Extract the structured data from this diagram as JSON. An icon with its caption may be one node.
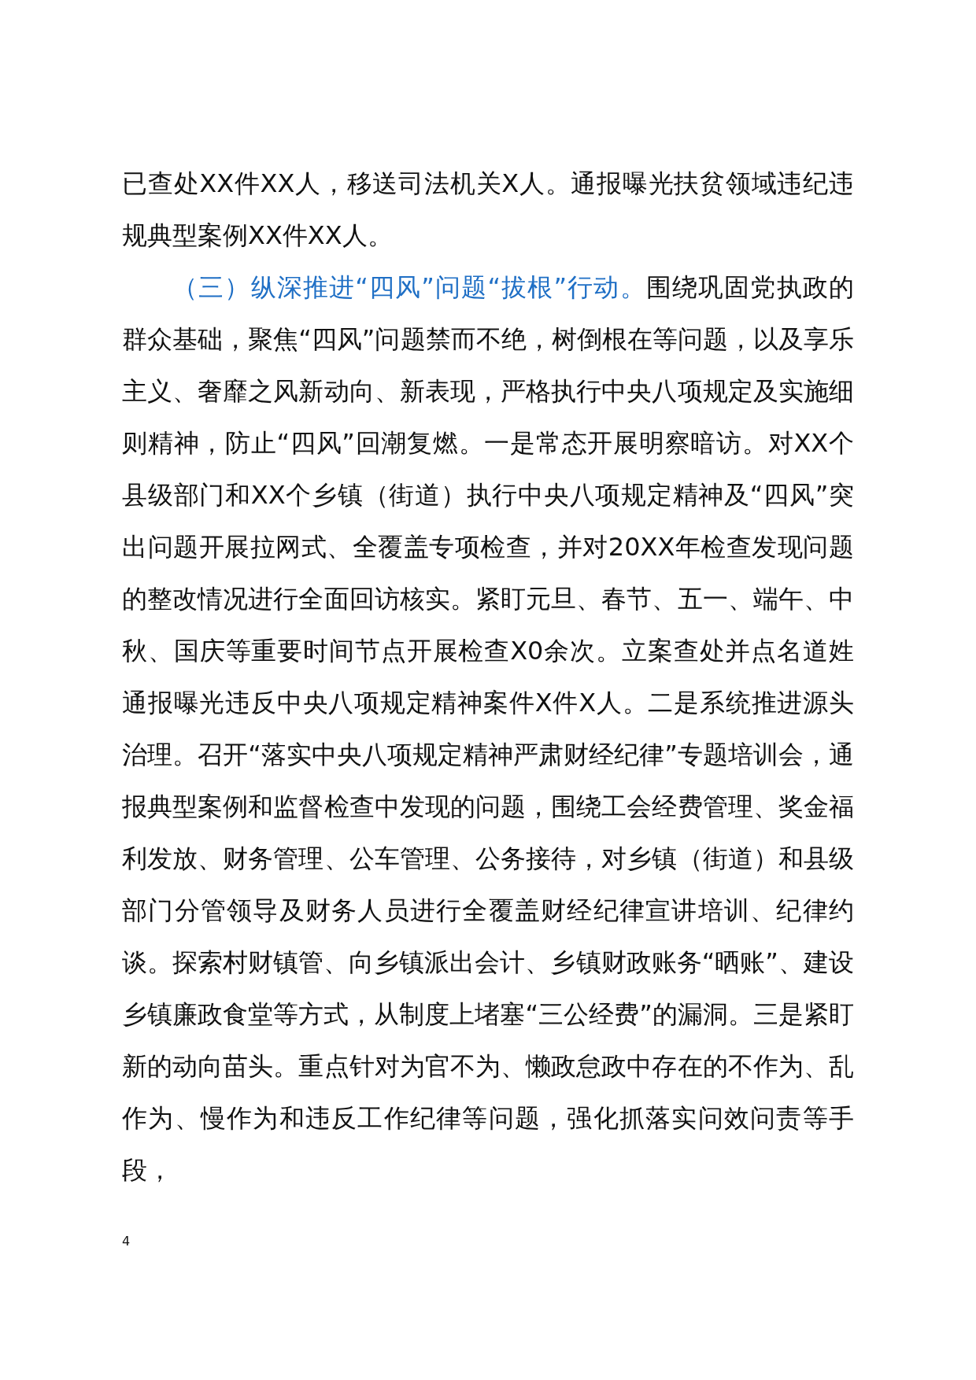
{
  "diagram": {
    "labels": [
      "已查处XX件XX人，移送司法机关X人。通报曝光扶贫领域违纪违规典型案例XX件XX人。",
      "（三）纵深推进“四风”问题“拔根”行动。",
      "围绕巩固党执政的群众基础，聚焦“四风”问题禁而不绝，树倒根在等问题，以及享乐主义、奢靡之风新动向、新表现，严格执行中央八项规定及实施细则精神，防止“四风”回潮复燃。一是常态开展明察暗访。对XX个县级部门和XX个乡镇（街道）执行中央八项规定精神及“四风”突出问题开展拉网式、全覆盖专项检查，并对20XX年检查发现问题的整改情况进行全面回访核实。紧盯元旦、春节、五一、端午、中秋、国庆等重要时间节点开展检查X0余次。立案查处并点名道姓通报曝光违反中央八项规定精神案件X件X人。二是系统推进源头治理。召开“落实中央八项规定精神严肃财经纪律”专题培训会，通报典型案例和监督检查中发现的问题，围绕工会经费管理、奖金福利发放、财务管理、公车管理、公务接待，对乡镇（街道）和县级部门分管领导及财务人员进行全覆盖财经纪律宣讲培训、纪律约谈。探索村财镇管、向乡镇派出会计、乡镇财政账务“晒账”、建设乡镇廉政食堂等方式，从制度上堵塞“三公经费”的漏洞。三是紧盯新的动向苗头。重点针对为官不为、懒政怠政中存在的不作为、乱作为、慢作为和违反工作纪律等问题，强化抓落实问效问责等手段，",
      "4"
    ]
  }
}
